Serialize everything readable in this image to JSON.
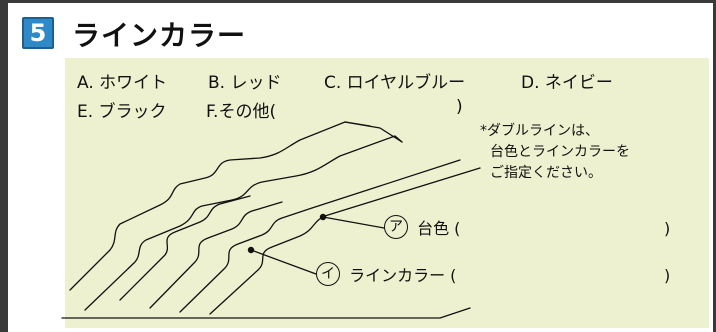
{
  "section": {
    "number": "5",
    "title": "ラインカラー"
  },
  "options": {
    "a": "A. ホワイト",
    "b": "B. レッド",
    "c": "C. ロイヤルブルー",
    "d": "D. ネイビー",
    "e": "E. ブラック",
    "f_label": "F.その他(",
    "f_close": ")"
  },
  "note": {
    "line1": "*ダブルラインは、",
    "line2": "台色とラインカラーを",
    "line3": "ご指定ください。"
  },
  "callouts": {
    "a_mark": "ア",
    "a_label": "台色 (",
    "a_close": ")",
    "b_mark": "イ",
    "b_label": "ラインカラー (",
    "b_close": ")"
  },
  "colors": {
    "badge": "#2f89c7",
    "panel": "#eef1cf",
    "frame": "#3a3a3a"
  }
}
